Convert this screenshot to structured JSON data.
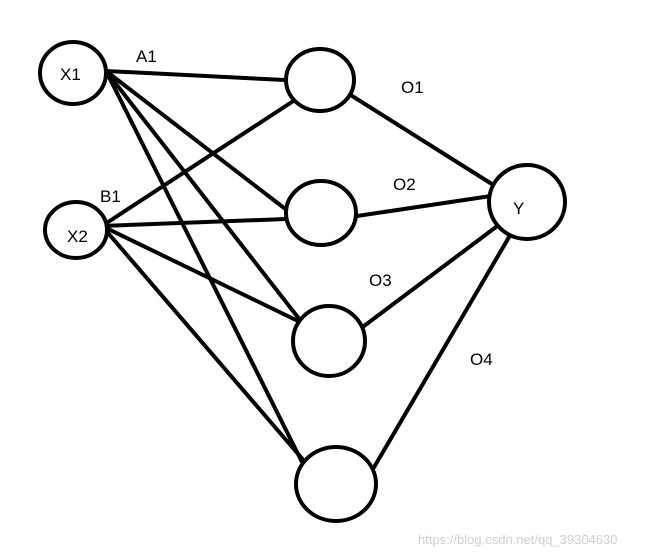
{
  "nodes": {
    "x1": {
      "label": "X1"
    },
    "x2": {
      "label": "X2"
    },
    "y": {
      "label": "Y"
    }
  },
  "edge_labels": {
    "a1": "A1",
    "b1": "B1",
    "o1": "O1",
    "o2": "O2",
    "o3": "O3",
    "o4": "O4"
  },
  "watermark": "https://blog.csdn.net/qq_39304630"
}
